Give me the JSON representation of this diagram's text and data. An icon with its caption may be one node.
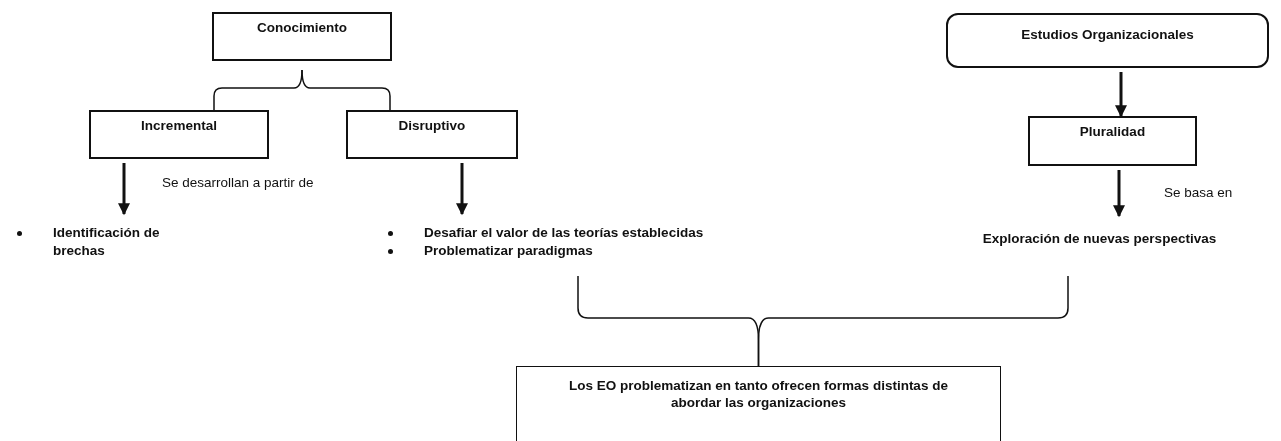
{
  "diagram": {
    "nodes": [
      {
        "text": [
          "Conocimiento"
        ]
      },
      {
        "text": [
          "Incremental"
        ]
      },
      {
        "text": [
          "Disruptivo"
        ]
      },
      {
        "text": [
          "Estudios Organizacionales"
        ]
      },
      {
        "text": [
          "Pluralidad"
        ]
      },
      {
        "text": [
          "Identificación de brechas"
        ]
      },
      {
        "text": [
          "Desafiar el valor de las teorías establecidas",
          "Problematizar paradigmas"
        ]
      },
      {
        "text": [
          "Exploración de nuevas perspectivas"
        ]
      },
      {
        "text": [
          "Los EO problematizan en tanto ofrecen formas distintas de abordar las organizaciones"
        ]
      }
    ],
    "edges": [
      {
        "from": 0,
        "to": 1,
        "arrow": "none"
      },
      {
        "from": 0,
        "to": 2,
        "arrow": "none"
      },
      {
        "from": 1,
        "to": 5,
        "arrow": "to",
        "label": "Se desarrollan a partir de"
      },
      {
        "from": 2,
        "to": 6,
        "arrow": "to"
      },
      {
        "from": 3,
        "to": 4,
        "arrow": "to"
      },
      {
        "from": 4,
        "to": 7,
        "arrow": "to",
        "label": "Se basa en"
      },
      {
        "from": 6,
        "to": 8,
        "arrow": "none"
      },
      {
        "from": 7,
        "to": 8,
        "arrow": "none"
      }
    ]
  }
}
